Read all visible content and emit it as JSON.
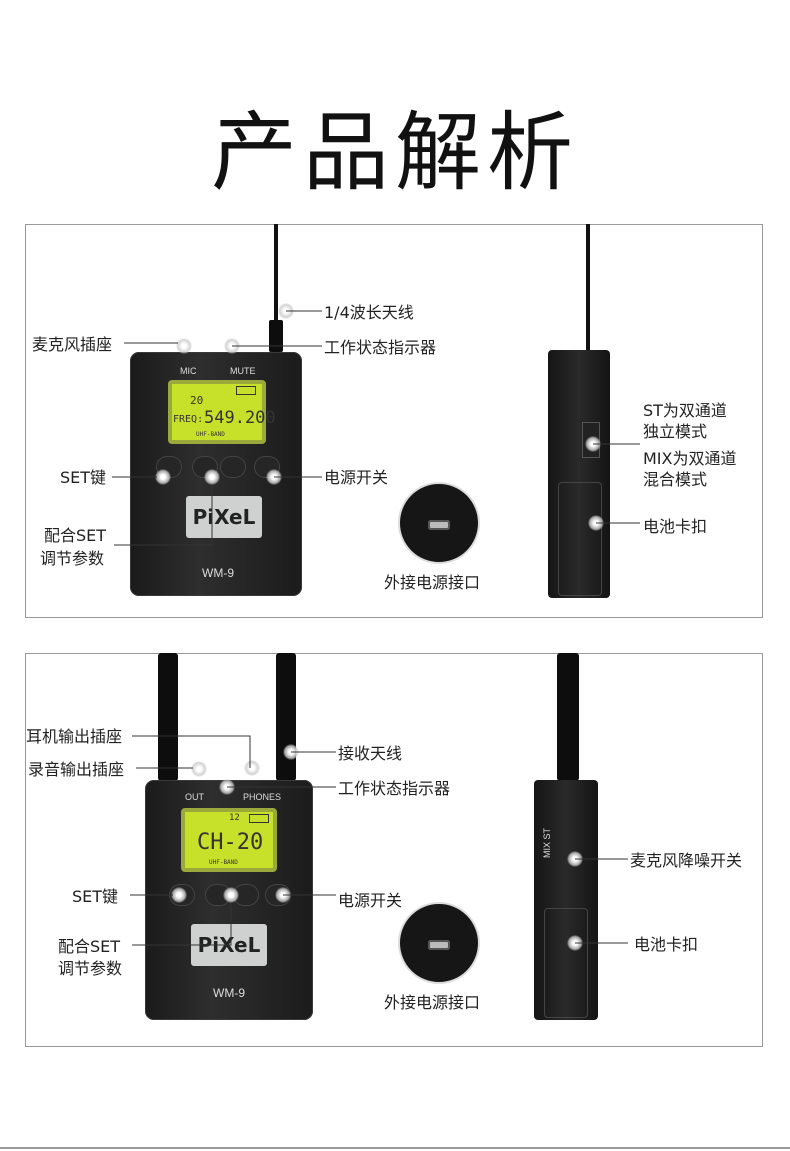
{
  "page": {
    "title": "产品解析"
  },
  "transmitter": {
    "labels": {
      "antenna": "1/4波长天线",
      "mic_jack": "麦克风插座",
      "status_indicator": "工作状态指示器",
      "set_key": "SET键",
      "power_switch": "电源开关",
      "set_adjust_line1": "配合SET",
      "set_adjust_line2": "调节参数",
      "external_power": "外接电源接口",
      "st_mode_line1": "ST为双通道",
      "st_mode_line2": "独立模式",
      "mix_mode_line1": "MIX为双通道",
      "mix_mode_line2": "混合模式",
      "battery_clip": "电池卡扣"
    },
    "device": {
      "mic": "MIC",
      "mute": "MUTE",
      "lcd_line1": "20",
      "lcd_freq_label": "FREQ:",
      "lcd_freq_value": "549.200",
      "band": "UHF-BAND",
      "logo": "PiXeL",
      "model": "WM-9"
    }
  },
  "receiver": {
    "labels": {
      "headphone_out": "耳机输出插座",
      "record_out": "录音输出插座",
      "antenna": "接收天线",
      "status_indicator": "工作状态指示器",
      "set_key": "SET键",
      "power_switch": "电源开关",
      "set_adjust_line1": "配合SET",
      "set_adjust_line2": "调节参数",
      "external_power": "外接电源接口",
      "noise_switch": "麦克风降噪开关",
      "battery_clip": "电池卡扣"
    },
    "device": {
      "out": "OUT",
      "phones": "PHONES",
      "lcd_line1": "12",
      "lcd_main": "CH-20",
      "band": "UHF-BAND",
      "logo": "PiXeL",
      "model": "WM-9",
      "side_text": "MIX ST"
    }
  }
}
